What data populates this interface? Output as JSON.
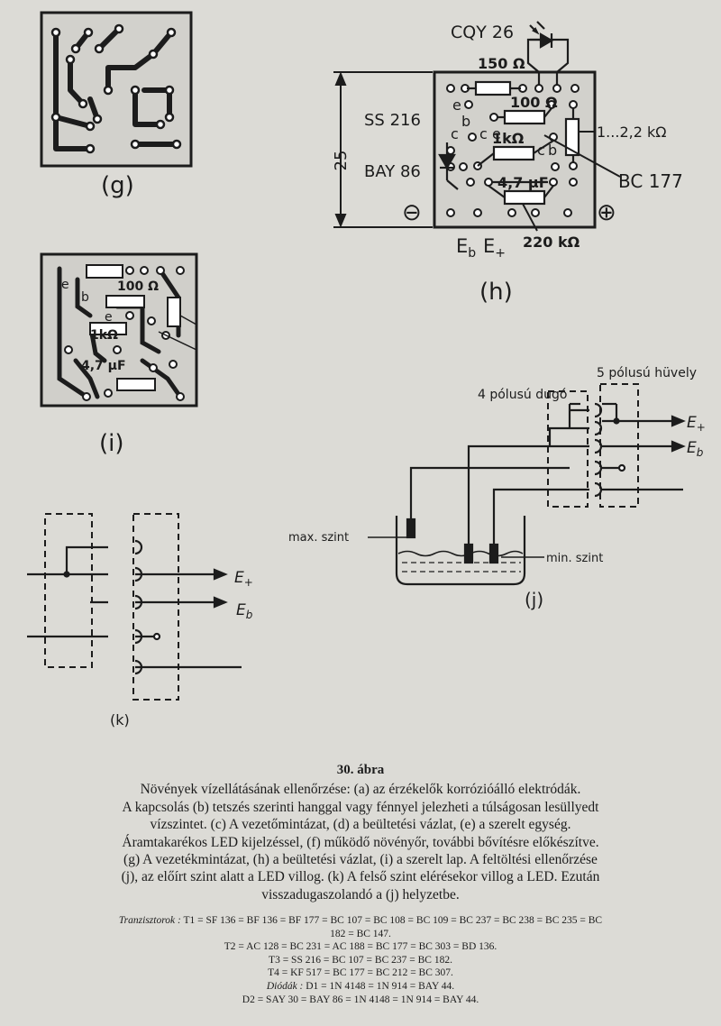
{
  "figure_g": {
    "label": "(g)"
  },
  "figure_h": {
    "label": "(h)",
    "dimension": "25",
    "ic_label": "SS 216",
    "diode_label": "BAY 86",
    "led_label": "CQY 26",
    "r150": "150 Ω",
    "r100": "100 Ω",
    "r1k": "1kΩ",
    "cap": "4,7 μF",
    "r220k": "220 kΩ",
    "r_range": "1...2,2 kΩ",
    "transistor": "BC 177",
    "minus": "⊖",
    "plus": "⊕",
    "pin_e": "e",
    "pin_b": "b",
    "pin_c": "c",
    "eb_label": "E",
    "eb_sub": "b",
    "ep_label": "E",
    "ep_sub": "+"
  },
  "figure_i": {
    "label": "(i)",
    "r100": "100 Ω",
    "r1k": "1kΩ",
    "cap": "4,7 μF",
    "pin_e": "e",
    "pin_b": "b"
  },
  "figure_j": {
    "label": "(j)",
    "socket": "5 pólusú hüvely",
    "plug": "4 pólusú dugó",
    "ep": "E+",
    "eb": "Eb",
    "max": "max. szint",
    "min": "min. szint"
  },
  "figure_k": {
    "label": "(k)",
    "ep": "E+",
    "eb": "Eb"
  },
  "caption": {
    "title": "30. ábra",
    "lines": [
      "Növények vízellátásának ellenőrzése: (a) az érzékelők korrózióálló elektródák.",
      "A kapcsolás (b) tetszés szerinti hanggal vagy fénnyel jelezheti a túlságosan lesüllyedt",
      "vízszintet. (c) A vezetőmintázat, (d) a beültetési vázlat, (e) a szerelt egység.",
      "Áramtakarékos LED kijelzéssel, (f) működő növényőr, további bővítésre előkészítve.",
      "(g) A vezetékmintázat, (h) a beültetési vázlat, (i) a szerelt lap. A feltöltési ellenőrzése",
      "(j), az előírt szint alatt a LED villog. (k) A felső szint elérésekor villog a LED. Ezután",
      "visszadugaszolandó a (j) helyzetbe."
    ]
  },
  "notes": {
    "t1_prefix": "Tranzisztorok :",
    "t1": "T1 = SF 136 = BF 136 = BF 177 = BC 107 = BC 108 = BC 109 = BC 237 = BC 238 = BC 235 = BC",
    "t1b": "182 = BC 147.",
    "t2": "T2 = AC 128 = BC 231 = AC 188 = BC 177 = BC 303 = BD 136.",
    "t3": "T3 = SS 216 = BC 107 = BC 237 = BC 182.",
    "t4": "T4 = KF 517 = BC 177 = BC 212 = BC 307.",
    "d1_prefix": "Diódák :",
    "d1": "D1 = 1N 4148 = 1N 914 = BAY 44.",
    "d2": "D2 = SAY 30 = BAY 86 = 1N 4148 = 1N 914 = BAY 44."
  }
}
